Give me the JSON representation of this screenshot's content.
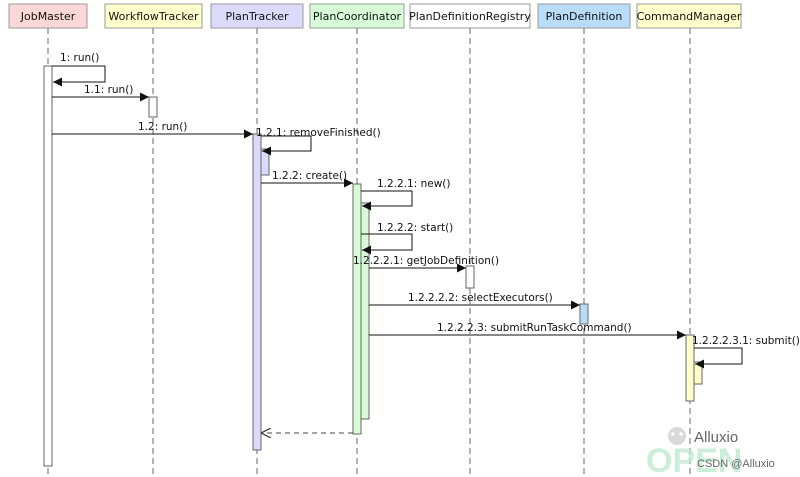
{
  "participants": [
    {
      "id": "jm",
      "label": "JobMaster",
      "fill": "#fcd7d7"
    },
    {
      "id": "wt",
      "label": "WorkflowTracker",
      "fill": "#ffffcc"
    },
    {
      "id": "pt",
      "label": "PlanTracker",
      "fill": "#ddd9fb"
    },
    {
      "id": "pc",
      "label": "PlanCoordinator",
      "fill": "#d6fbd6"
    },
    {
      "id": "pdr",
      "label": "PlanDefinitionRegistry",
      "fill": "#ffffff"
    },
    {
      "id": "pd",
      "label": "PlanDefinition",
      "fill": "#b9dcf9"
    },
    {
      "id": "cm",
      "label": "CommandManager",
      "fill": "#ffffcc"
    }
  ],
  "messages": [
    {
      "label": "1: run()"
    },
    {
      "label": "1.1: run()"
    },
    {
      "label": "1.2: run()"
    },
    {
      "label": "1.2.1: removeFinished()"
    },
    {
      "label": "1.2.2: create()"
    },
    {
      "label": "1.2.2.1: new()"
    },
    {
      "label": "1.2.2.2: start()"
    },
    {
      "label": "1.2.2.2.1: getJobDefinition()"
    },
    {
      "label": "1.2.2.2.2: selectExecutors()"
    },
    {
      "label": "1.2.2.2.3: submitRunTaskCommand()"
    },
    {
      "label": "1.2.2.2.3.1: submit()"
    },
    {
      "label": ""
    }
  ],
  "watermark": {
    "brand": "Alluxio",
    "logo_text": "OPEN",
    "credit": "CSDN @Alluxio"
  }
}
